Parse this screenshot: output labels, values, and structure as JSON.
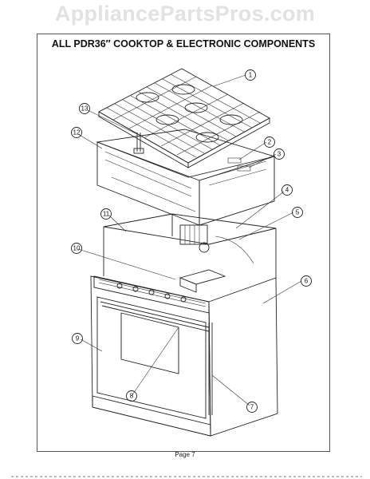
{
  "watermark": "AppliancePartsPros.com",
  "title": "ALL PDR36″ COOKTOP & ELECTRONIC COMPONENTS",
  "page_label": "Page 7",
  "callouts": [
    "1",
    "2",
    "3",
    "4",
    "5",
    "6",
    "7",
    "8",
    "9",
    "10",
    "11",
    "12",
    "13"
  ]
}
